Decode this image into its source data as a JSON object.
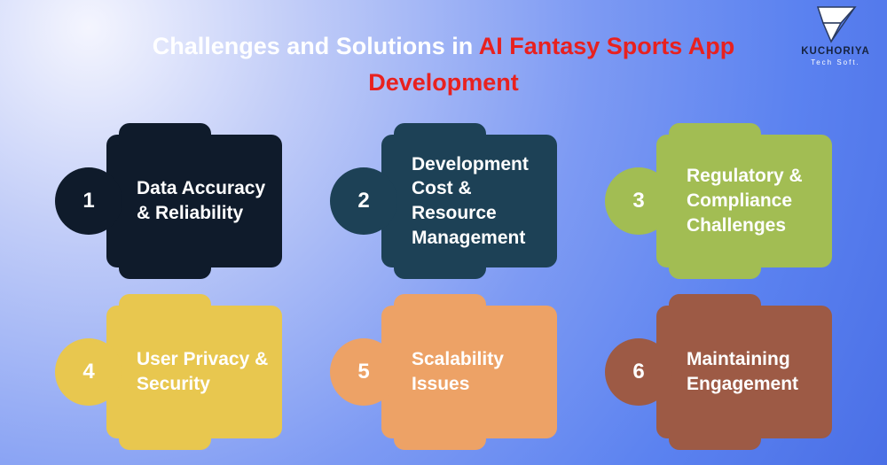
{
  "title": {
    "white": "Challenges and Solutions in",
    "red": "AI Fantasy Sports App Development"
  },
  "logo": {
    "brand": "KUCHORIYA",
    "tagline": "Tech Soft."
  },
  "cards": [
    {
      "number": "1",
      "label": "Data Accuracy & Reliability",
      "color": "#0f1b2b"
    },
    {
      "number": "2",
      "label": "Development Cost & Resource Management",
      "color": "#1d4156"
    },
    {
      "number": "3",
      "label": "Regulatory & Compliance Challenges",
      "color": "#a2bd53"
    },
    {
      "number": "4",
      "label": "User Privacy & Security",
      "color": "#e8c74f"
    },
    {
      "number": "5",
      "label": "Scalability Issues",
      "color": "#eda266"
    },
    {
      "number": "6",
      "label": "Maintaining Engagement",
      "color": "#9d5a45"
    }
  ],
  "colors": {
    "title_white": "#ffffff",
    "title_red": "#e8211f",
    "background_light": "#f4f5fe",
    "background_blue": "#5b82f0",
    "card_text": "#ffffff"
  }
}
